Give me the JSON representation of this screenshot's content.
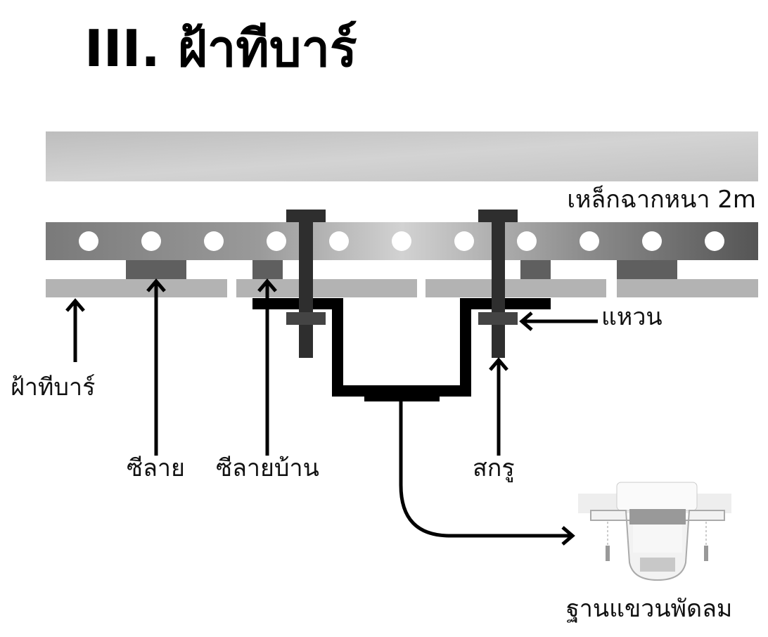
{
  "title": "III. ฝ้าทีบาร์",
  "labels": {
    "angle_steel": "เหล็กฉากหนา 2m",
    "washer": "แหวน",
    "tbar_ceiling": "ฝ้าทีบาร์",
    "c_channel": "ซีลาย",
    "c_channel_house": "ซีลายบ้าน",
    "screw": "สกรู",
    "fan_mount": "ฐานแขวนพัดลม"
  },
  "colors": {
    "concrete": "#c9c9c9",
    "steel": "#8a8a8a",
    "channel": "#5f5f5f",
    "panel": "#b3b3b3",
    "bolt": "#333333"
  }
}
